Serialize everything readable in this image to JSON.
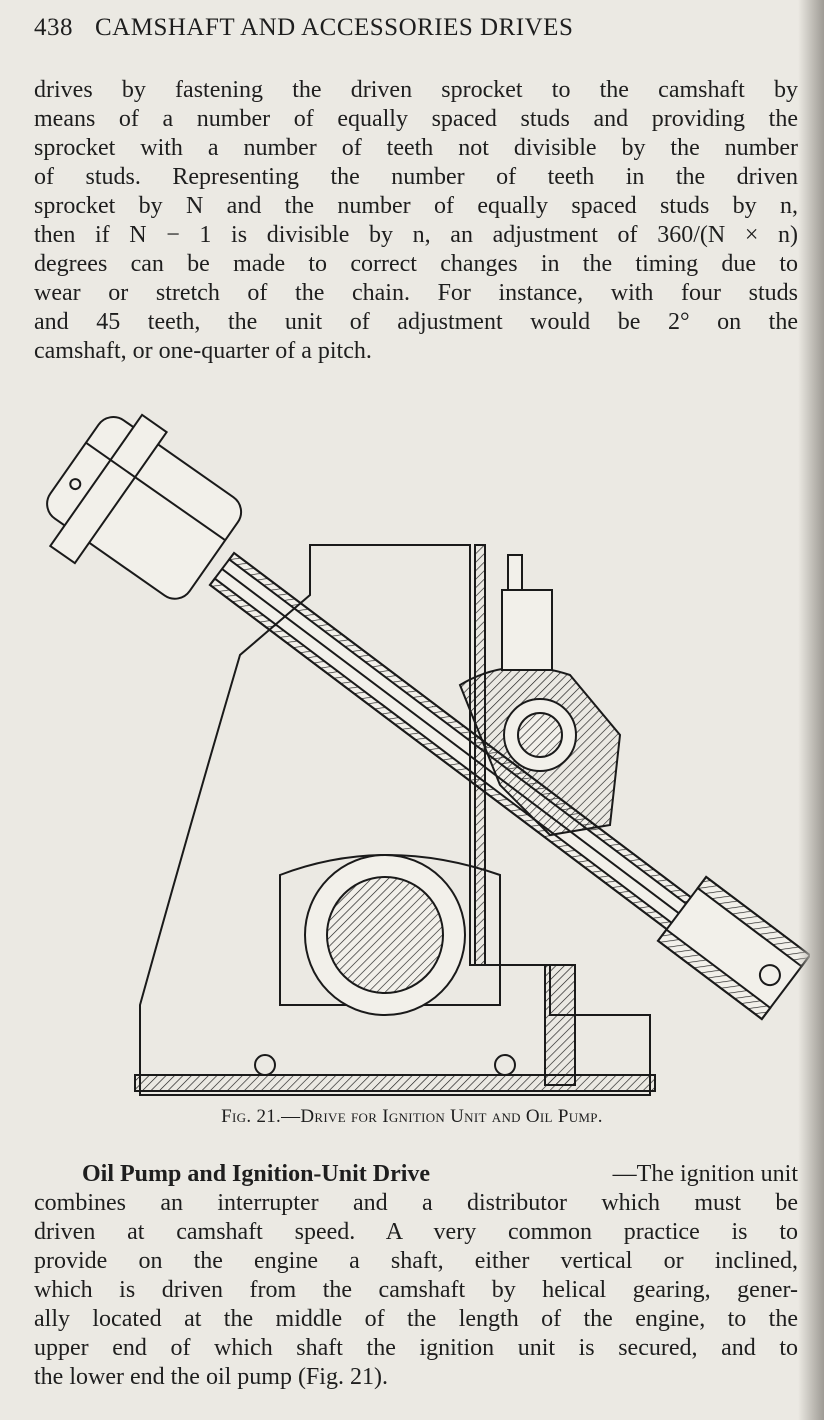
{
  "header": {
    "page_number": "438",
    "running_title": "CAMSHAFT AND ACCESSORIES DRIVES"
  },
  "paragraph1": {
    "lines": [
      "drives by fastening the driven sprocket to the camshaft by",
      "means of a number of equally spaced studs and providing the",
      "sprocket with a number of teeth not divisible by the number",
      "of studs.  Representing the number of teeth in the driven",
      "sprocket by N and the number of equally spaced studs by n,",
      "then if N − 1 is divisible by n, an adjustment of 360/(N × n)",
      "degrees can be made to correct changes in the timing due to",
      "wear or stretch of the chain.  For instance, with four studs",
      "and 45 teeth, the unit of adjustment would be 2° on the",
      "camshaft, or one-quarter of a pitch."
    ]
  },
  "figure": {
    "caption": "Fig. 21.—Drive for Ignition Unit and Oil Pump."
  },
  "paragraph2": {
    "heading": "Oil Pump and Ignition-Unit Drive",
    "first_line_rest": "—The ignition unit",
    "lines": [
      "combines an interrupter and a distributor which must be",
      "driven at camshaft speed.  A very common practice is to",
      "provide on the engine a shaft, either vertical or inclined,",
      "which is driven from the camshaft by helical gearing, gener-",
      "ally located at the middle of the length of the engine, to the",
      "upper end of which shaft the ignition unit is secured, and to",
      "the lower end the oil pump (Fig. 21)."
    ]
  }
}
